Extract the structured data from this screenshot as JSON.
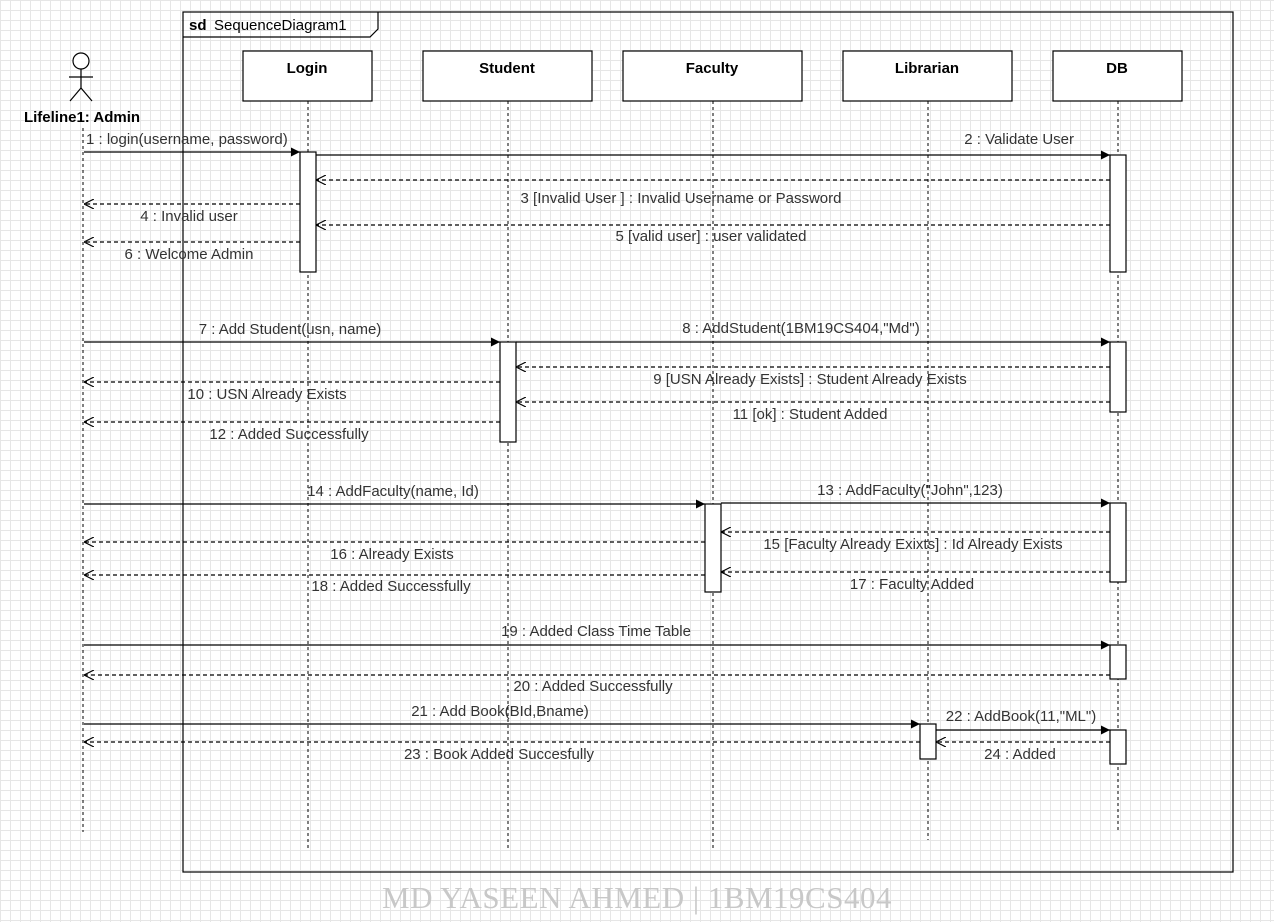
{
  "frame": {
    "keyword": "sd",
    "name": "SequenceDiagram1"
  },
  "actor": {
    "label": "Lifeline1: Admin"
  },
  "lifelines": [
    {
      "id": "login",
      "label": "Login"
    },
    {
      "id": "student",
      "label": "Student"
    },
    {
      "id": "faculty",
      "label": "Faculty"
    },
    {
      "id": "librarian",
      "label": "Librarian"
    },
    {
      "id": "db",
      "label": "DB"
    }
  ],
  "messages": [
    {
      "label": "1 : login(username, password)",
      "from": "admin",
      "to": "login",
      "kind": "sync"
    },
    {
      "label": "2 : Validate User",
      "from": "login",
      "to": "db",
      "kind": "sync"
    },
    {
      "label": "3 [Invalid User ] : Invalid Username or Password",
      "from": "db",
      "to": "login",
      "kind": "return"
    },
    {
      "label": "4 : Invalid user",
      "from": "login",
      "to": "admin",
      "kind": "return"
    },
    {
      "label": "5 [valid user] : user validated",
      "from": "db",
      "to": "login",
      "kind": "return"
    },
    {
      "label": "6 : Welcome Admin",
      "from": "login",
      "to": "admin",
      "kind": "return"
    },
    {
      "label": "7 : Add Student(usn, name)",
      "from": "admin",
      "to": "student",
      "kind": "sync"
    },
    {
      "label": "8 : AddStudent(1BM19CS404,\"Md\")",
      "from": "student",
      "to": "db",
      "kind": "sync"
    },
    {
      "label": "9 [USN Already Exists] : Student Already Exists",
      "from": "db",
      "to": "student",
      "kind": "return"
    },
    {
      "label": "10 : USN Already Exists",
      "from": "student",
      "to": "admin",
      "kind": "return"
    },
    {
      "label": "11 [ok] : Student Added",
      "from": "db",
      "to": "student",
      "kind": "return"
    },
    {
      "label": "12 : Added Successfully",
      "from": "student",
      "to": "admin",
      "kind": "return"
    },
    {
      "label": "14 : AddFaculty(name, Id)",
      "from": "admin",
      "to": "faculty",
      "kind": "sync"
    },
    {
      "label": "13 : AddFaculty(\"John\",123)",
      "from": "faculty",
      "to": "db",
      "kind": "sync"
    },
    {
      "label": "15 [Faculty Already Exixts] : Id Already Exists",
      "from": "db",
      "to": "faculty",
      "kind": "return"
    },
    {
      "label": "16 : Already Exists",
      "from": "faculty",
      "to": "admin",
      "kind": "return"
    },
    {
      "label": "17 : Faculty Added",
      "from": "db",
      "to": "faculty",
      "kind": "return"
    },
    {
      "label": "18 : Added Successfully",
      "from": "faculty",
      "to": "admin",
      "kind": "return"
    },
    {
      "label": "19 : Added Class Time Table",
      "from": "admin",
      "to": "db",
      "kind": "sync"
    },
    {
      "label": "20 : Added Successfully",
      "from": "db",
      "to": "admin",
      "kind": "return"
    },
    {
      "label": "21 : Add Book(BId,Bname)",
      "from": "admin",
      "to": "librarian",
      "kind": "sync"
    },
    {
      "label": "22 : AddBook(11,\"ML\")",
      "from": "librarian",
      "to": "db",
      "kind": "sync"
    },
    {
      "label": "23 : Book Added Succesfully",
      "from": "librarian",
      "to": "admin",
      "kind": "return"
    },
    {
      "label": "24 : Added",
      "from": "db",
      "to": "librarian",
      "kind": "return"
    }
  ],
  "footer": "MD YASEEN AHMED | 1BM19CS404"
}
